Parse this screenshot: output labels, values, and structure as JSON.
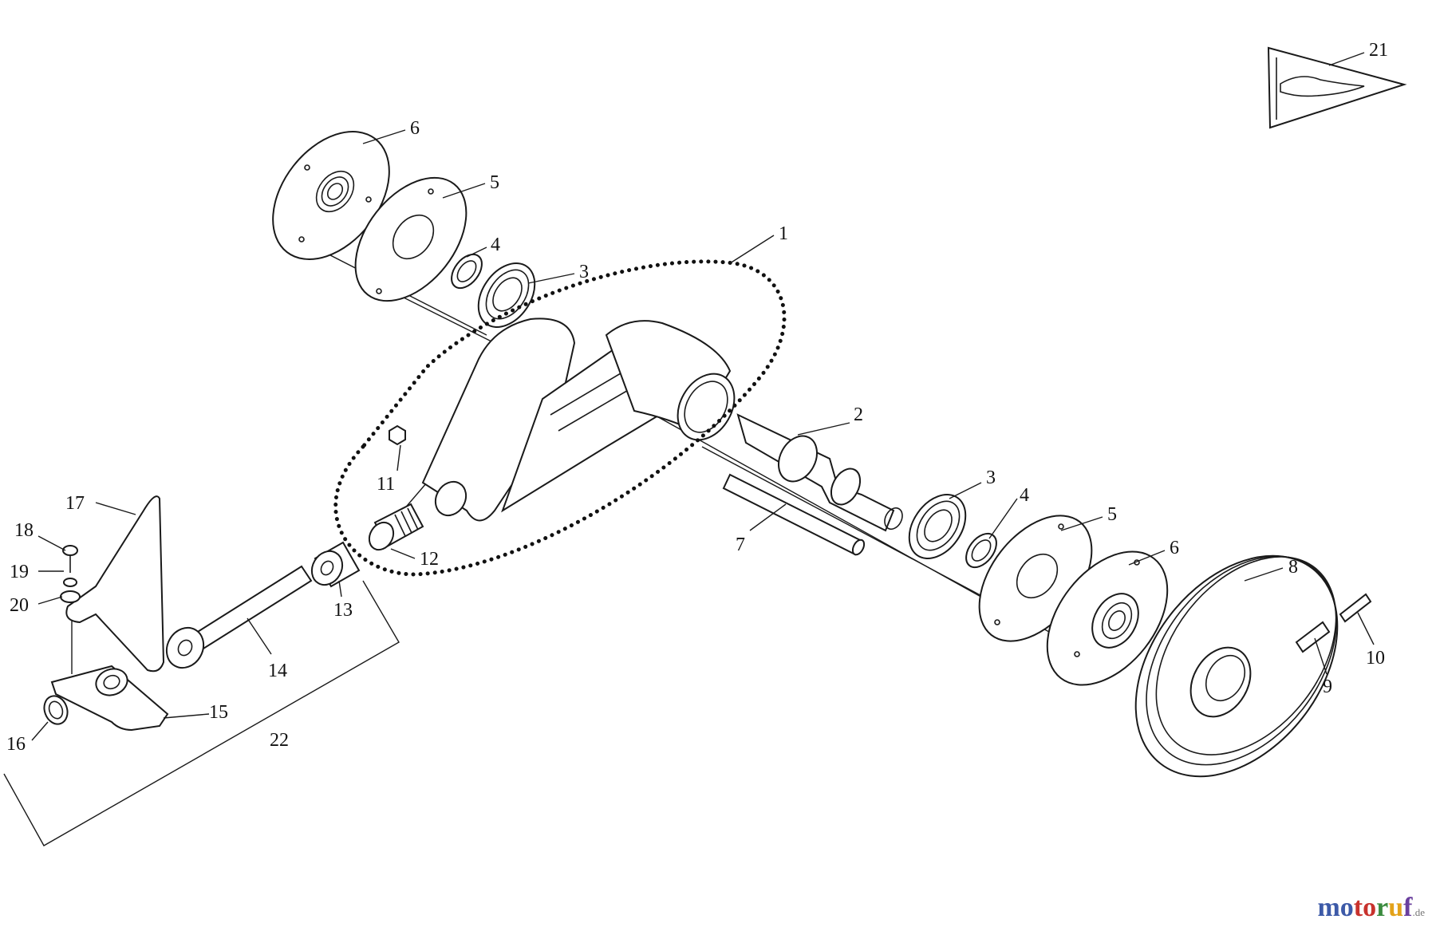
{
  "callouts": {
    "c1": "1",
    "c2": "2",
    "c3a": "3",
    "c3b": "3",
    "c4a": "4",
    "c4b": "4",
    "c5a": "5",
    "c5b": "5",
    "c6a": "6",
    "c6b": "6",
    "c7": "7",
    "c8": "8",
    "c9": "9",
    "c10": "10",
    "c11": "11",
    "c12": "12",
    "c13": "13",
    "c14": "14",
    "c15": "15",
    "c16": "16",
    "c17": "17",
    "c18": "18",
    "c19": "19",
    "c20": "20",
    "c21": "21",
    "c22": "22"
  },
  "watermark": {
    "m1": "mo",
    "m2": "to",
    "m3": "r",
    "m4": "u",
    "m5": "f",
    "tld": ".de"
  },
  "icons": {
    "safety_pennant": "hand-shake-pennant-icon"
  }
}
